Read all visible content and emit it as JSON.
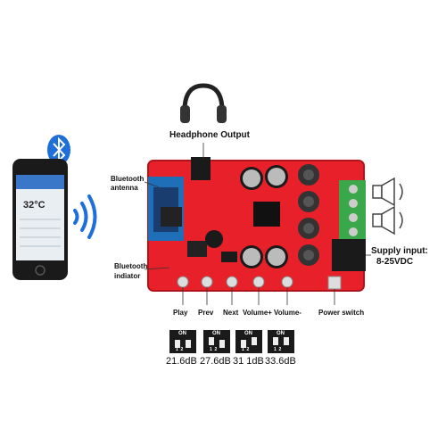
{
  "labels": {
    "headphone": "Headphone Output",
    "bt_antenna_1": "Bluetooth",
    "bt_antenna_2": "antenna",
    "bt_indicator_1": "Bluetooth",
    "bt_indicator_2": "indiator",
    "supply_1": "Supply input:",
    "supply_2": "8-25VDC",
    "play": "Play",
    "prev": "Prev",
    "next": "Next",
    "volume_up": "Volume+",
    "volume_down": "Volume-",
    "power": "Power switch"
  },
  "phone": {
    "temperature": "32°C"
  },
  "gain_switches": [
    {
      "on": "ON",
      "pins": "1  2",
      "gain": "21.6dB"
    },
    {
      "on": "ON",
      "pins": "1  2",
      "gain": "27.6dB"
    },
    {
      "on": "ON",
      "pins": "1  2",
      "gain": "31 1dB"
    },
    {
      "on": "ON",
      "pins": "1  2",
      "gain": "33.6dB"
    }
  ],
  "colors": {
    "pcb": "#e8202a",
    "terminal": "#3aa84a",
    "bluetooth": "#1e6fd9"
  }
}
